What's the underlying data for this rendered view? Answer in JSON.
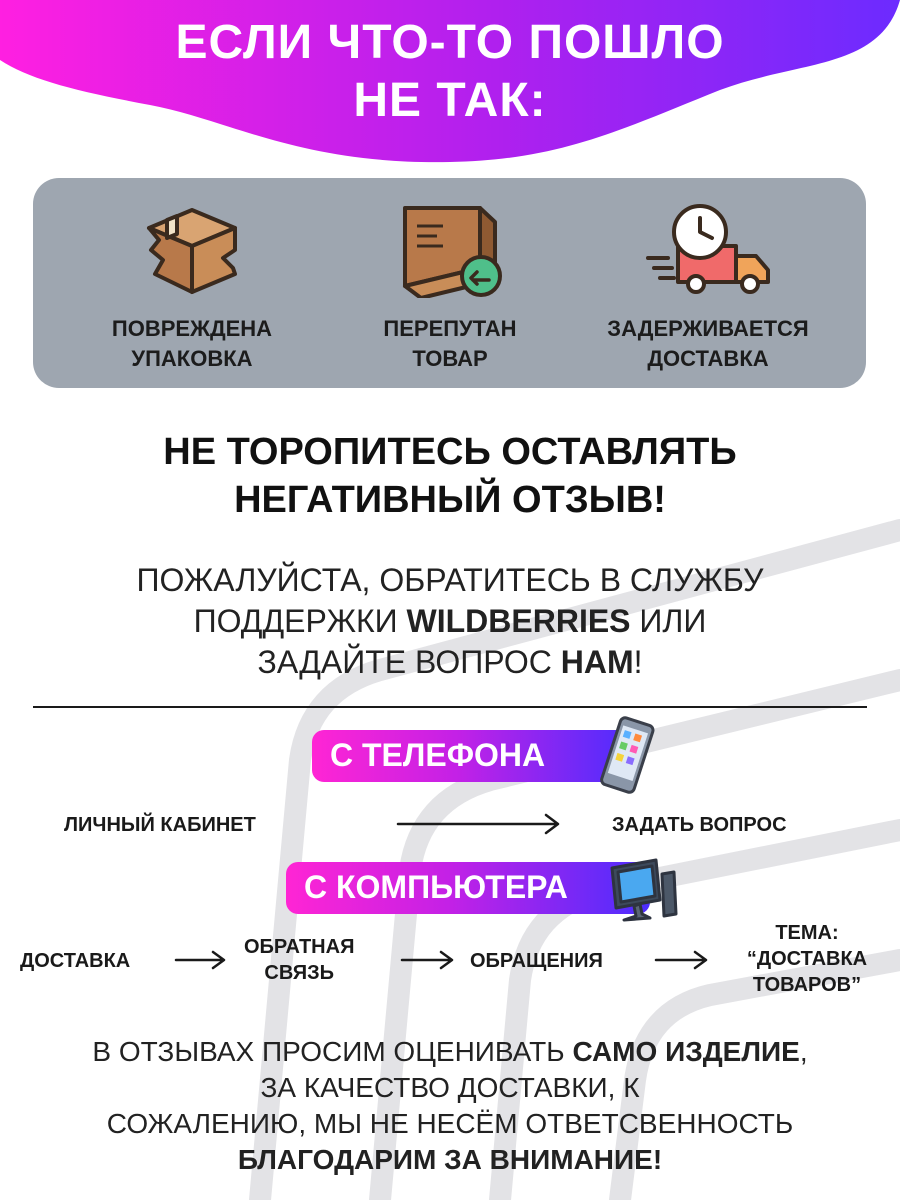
{
  "header": {
    "line1": "ЕСЛИ ЧТО-ТО ПОШЛО",
    "line2": "НЕ ТАК:",
    "gradient_start": "#ff1fe1",
    "gradient_end": "#6c2bff"
  },
  "problems": [
    {
      "icon": "damaged-box-icon",
      "line1": "ПОВРЕЖДЕНА",
      "line2": "УПАКОВКА"
    },
    {
      "icon": "return-box-icon",
      "line1": "ПЕРЕПУТАН",
      "line2": "ТОВАР"
    },
    {
      "icon": "delivery-truck-clock-icon",
      "line1": "ЗАДЕРЖИВАЕТСЯ",
      "line2": "ДОСТАВКА"
    }
  ],
  "title": {
    "line1": "НЕ ТОРОПИТЕСЬ ОСТАВЛЯТЬ",
    "line2": "НЕГАТИВНЫЙ ОТЗЫВ!"
  },
  "lead": {
    "line1": "ПОЖАЛУЙСТА, ОБРАТИТЕСЬ В СЛУЖБУ",
    "line2_pre": "ПОДДЕРЖКИ ",
    "line2_bold": "WILDBERRIES",
    "line2_post": " ИЛИ",
    "line3_pre": "ЗАДАЙТЕ ВОПРОС ",
    "line3_bold": "НАМ",
    "line3_post": "!"
  },
  "phone": {
    "label": "С ТЕЛЕФОНА",
    "icon": "smartphone-icon",
    "steps": [
      "ЛИЧНЫЙ КАБИНЕТ",
      "ЗАДАТЬ ВОПРОС"
    ]
  },
  "computer": {
    "label": "С КОМПЬЮТЕРА",
    "icon": "desktop-computer-icon",
    "step1": "ДОСТАВКА",
    "step2": {
      "line1": "ОБРАТНАЯ",
      "line2": "СВЯЗЬ"
    },
    "step3": "ОБРАЩЕНИЯ",
    "step4": {
      "line1": "ТЕМА:",
      "line2": "“ДОСТАВКА",
      "line3": "ТОВАРОВ”"
    }
  },
  "footer": {
    "line1_pre": "В ОТЗЫВАХ ПРОСИМ ОЦЕНИВАТЬ ",
    "line1_bold": "САМО ИЗДЕЛИЕ",
    "line1_post": ",",
    "line2": "ЗА КАЧЕСТВО ДОСТАВКИ, К",
    "line3": "СОЖАЛЕНИЮ, МЫ НЕ НЕСЁМ ОТВЕТСВЕННОСТЬ",
    "line4": "БЛАГОДАРИМ ЗА ВНИМАНИЕ!"
  }
}
